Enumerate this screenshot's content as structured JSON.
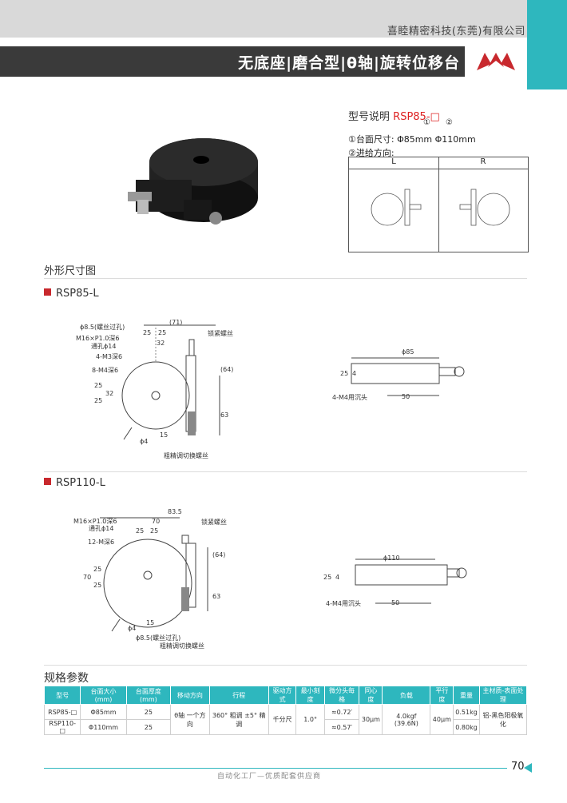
{
  "header": {
    "company": "喜睦精密科技(东莞)有限公司",
    "title": "无底座|磨合型|θ轴|旋转位移台"
  },
  "model": {
    "label": "型号说明",
    "code": "RSP85",
    "suffix": "-□",
    "n1": "①",
    "n2": "②",
    "desc1": "①台面尺寸: Φ85mm    Φ110mm",
    "desc2": "②进给方向:",
    "dir_l": "L",
    "dir_r": "R"
  },
  "section": {
    "dims": "外形尺寸图",
    "spec": "规格参数"
  },
  "rsp85": {
    "title": "RSP85-L",
    "labels": {
      "a": "ϕ8.5(螺丝过孔)",
      "b": "M16×P1.0深6",
      "c": "通孔ϕ14",
      "d": "4-M3深6",
      "e": "8-M4深6",
      "f": "锁紧螺丝",
      "g": "粗精调切换螺丝",
      "h": "(71)",
      "i": "25",
      "j": "25",
      "k": "32",
      "l": "25",
      "m": "25",
      "n": "32",
      "o": "(64)",
      "p": "63",
      "q": "15",
      "r": "ϕ4",
      "s": "ϕ85",
      "t": "25",
      "u": "4",
      "v": "4-M4用沉头",
      "w": "50"
    }
  },
  "rsp110": {
    "title": "RSP110-L",
    "labels": {
      "a": "83.5",
      "b": "70",
      "c": "M16×P1.0深6",
      "d": "通孔ϕ14",
      "e": "25",
      "f": "25",
      "g": "12-M深6",
      "h": "锁紧螺丝",
      "i": "(64)",
      "j": "70",
      "k": "25",
      "l": "25",
      "m": "63",
      "n": "15",
      "o": "ϕ4",
      "p": "ϕ8.5(螺丝过孔)",
      "q": "粗精调切换螺丝",
      "r": "ϕ110",
      "s": "25",
      "t": "4",
      "u": "4-M4用沉头",
      "v": "50"
    }
  },
  "spec": {
    "headers": [
      "型号",
      "台面大小(mm)",
      "台面厚度(mm)",
      "移动方向",
      "行程",
      "驱动方式",
      "最小刻度",
      "微分头每格",
      "同心度",
      "负载",
      "平行度",
      "重量",
      "主材质-表面处理"
    ],
    "rows": [
      [
        "RSP85-□",
        "Φ85mm",
        "25",
        "θ轴 一个方向",
        "360° 粗调 ±5° 精调",
        "千分尺",
        "1.0°",
        "≈0.72′",
        "30μm",
        "4.0kgf (39.6N)",
        "40μm",
        "0.51kg",
        "铝-黑色阳极氧化"
      ],
      [
        "RSP110-□",
        "Φ110mm",
        "25",
        "",
        "",
        "",
        "",
        "≈0.57′",
        "",
        "",
        "",
        "0.80kg",
        ""
      ]
    ]
  },
  "footer": {
    "slogan": "自动化工厂—优质配套供应商",
    "page": "70"
  }
}
